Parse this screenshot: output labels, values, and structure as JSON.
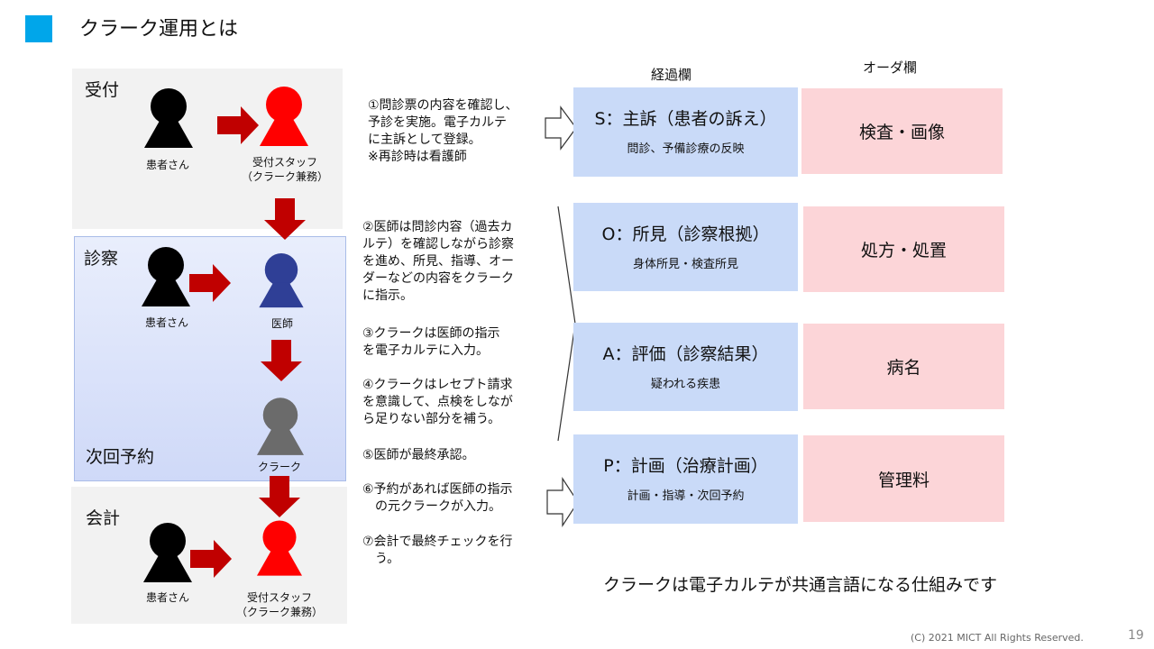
{
  "title": "クラーク運用とは",
  "colors": {
    "accent": "#00a6ea",
    "arrow_red": "#c00000",
    "patient": "#000000",
    "staff": "#ff0000",
    "doctor": "#2f3f96",
    "clerk": "#6b6b6b",
    "soap_fill": "#c9daf8",
    "order_fill": "#fcd5d8"
  },
  "sections": {
    "reception": "受付",
    "exam": "診察",
    "next_appointment": "次回予約",
    "accounting": "会計"
  },
  "people": {
    "patient": "患者さん",
    "reception_staff": "受付スタッフ\n（クラーク兼務）",
    "doctor": "医師",
    "clerk": "クラーク"
  },
  "steps": [
    "①問診票の内容を確認し、\n予診を実施。電子カルテ\nに主訴として登録。\n※再診時は看護師",
    "②医師は問診内容（過去カ\nルテ）を確認しながら診察\nを進め、所見、指導、オー\nダーなどの内容をクラーク\nに指示。",
    "③クラークは医師の指示\nを電子カルテに入力。",
    "④クラークはレセプト請求\nを意識して、点検をしなが\nら足りない部分を補う。",
    "⑤医師が最終承認。",
    "⑥予約があれば医師の指示\n　の元クラークが入力。",
    "⑦会計で最終チェックを行\n　う。"
  ],
  "columns": {
    "progress": "経過欄",
    "order": "オーダ欄"
  },
  "soap": [
    {
      "title": "S：主訴（患者の訴え）",
      "sub": "問診、予備診療の反映"
    },
    {
      "title": "O：所見（診察根拠）",
      "sub": "身体所見・検査所見"
    },
    {
      "title": "A：評価（診察結果）",
      "sub": "疑われる疾患"
    },
    {
      "title": "P：計画（治療計画）",
      "sub": "計画・指導・次回予約"
    }
  ],
  "orders": [
    "検査・画像",
    "処方・処置",
    "病名",
    "管理料"
  ],
  "bottom_message": "クラークは電子カルテが共通言語になる仕組みです",
  "copyright": "(C) 2021 MICT All Rights Reserved.",
  "page_number": "19"
}
